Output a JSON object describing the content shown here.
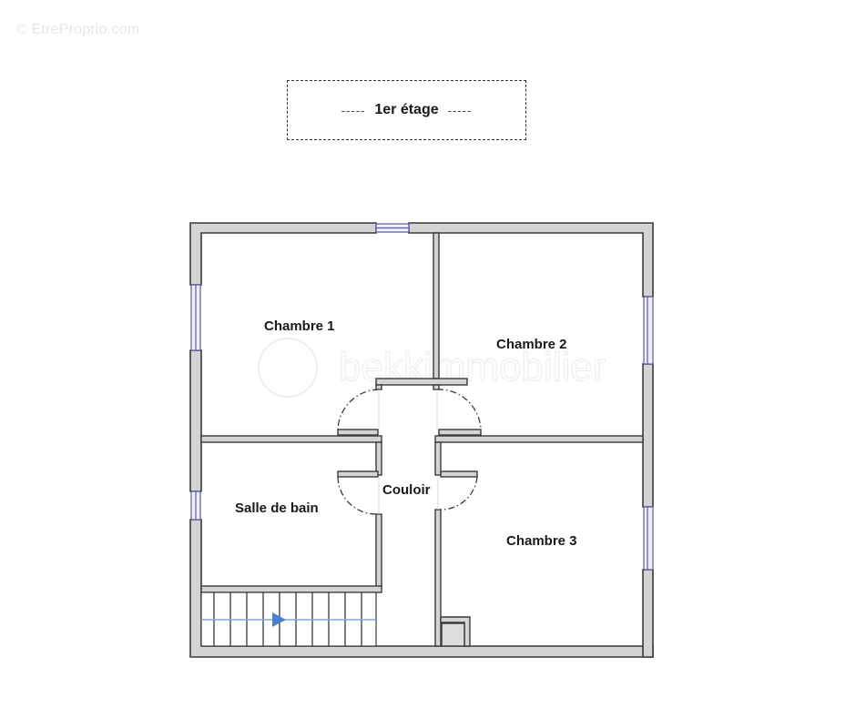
{
  "watermark": {
    "site": "© EtreProprio.com",
    "brand": "bekkimmobilier"
  },
  "floor_label": {
    "dash_left": "-----",
    "title": "1er étage",
    "dash_right": "-----"
  },
  "rooms": [
    {
      "id": "chambre-1",
      "label": "Chambre 1"
    },
    {
      "id": "chambre-2",
      "label": "Chambre 2"
    },
    {
      "id": "couloir",
      "label": "Couloir"
    },
    {
      "id": "salle-de-bain",
      "label": "Salle de bain"
    },
    {
      "id": "chambre-3",
      "label": "Chambre 3"
    }
  ],
  "staircase": {
    "treads": 11,
    "direction": "right"
  },
  "colors": {
    "wall_fill": "#d4d4d4",
    "wall_stroke": "#3a3a3a",
    "window": "#5a5aa0",
    "window_pane": "#c8cdf0",
    "stair_arrow": "#4a7fd4",
    "text": "#1a1a1a"
  }
}
